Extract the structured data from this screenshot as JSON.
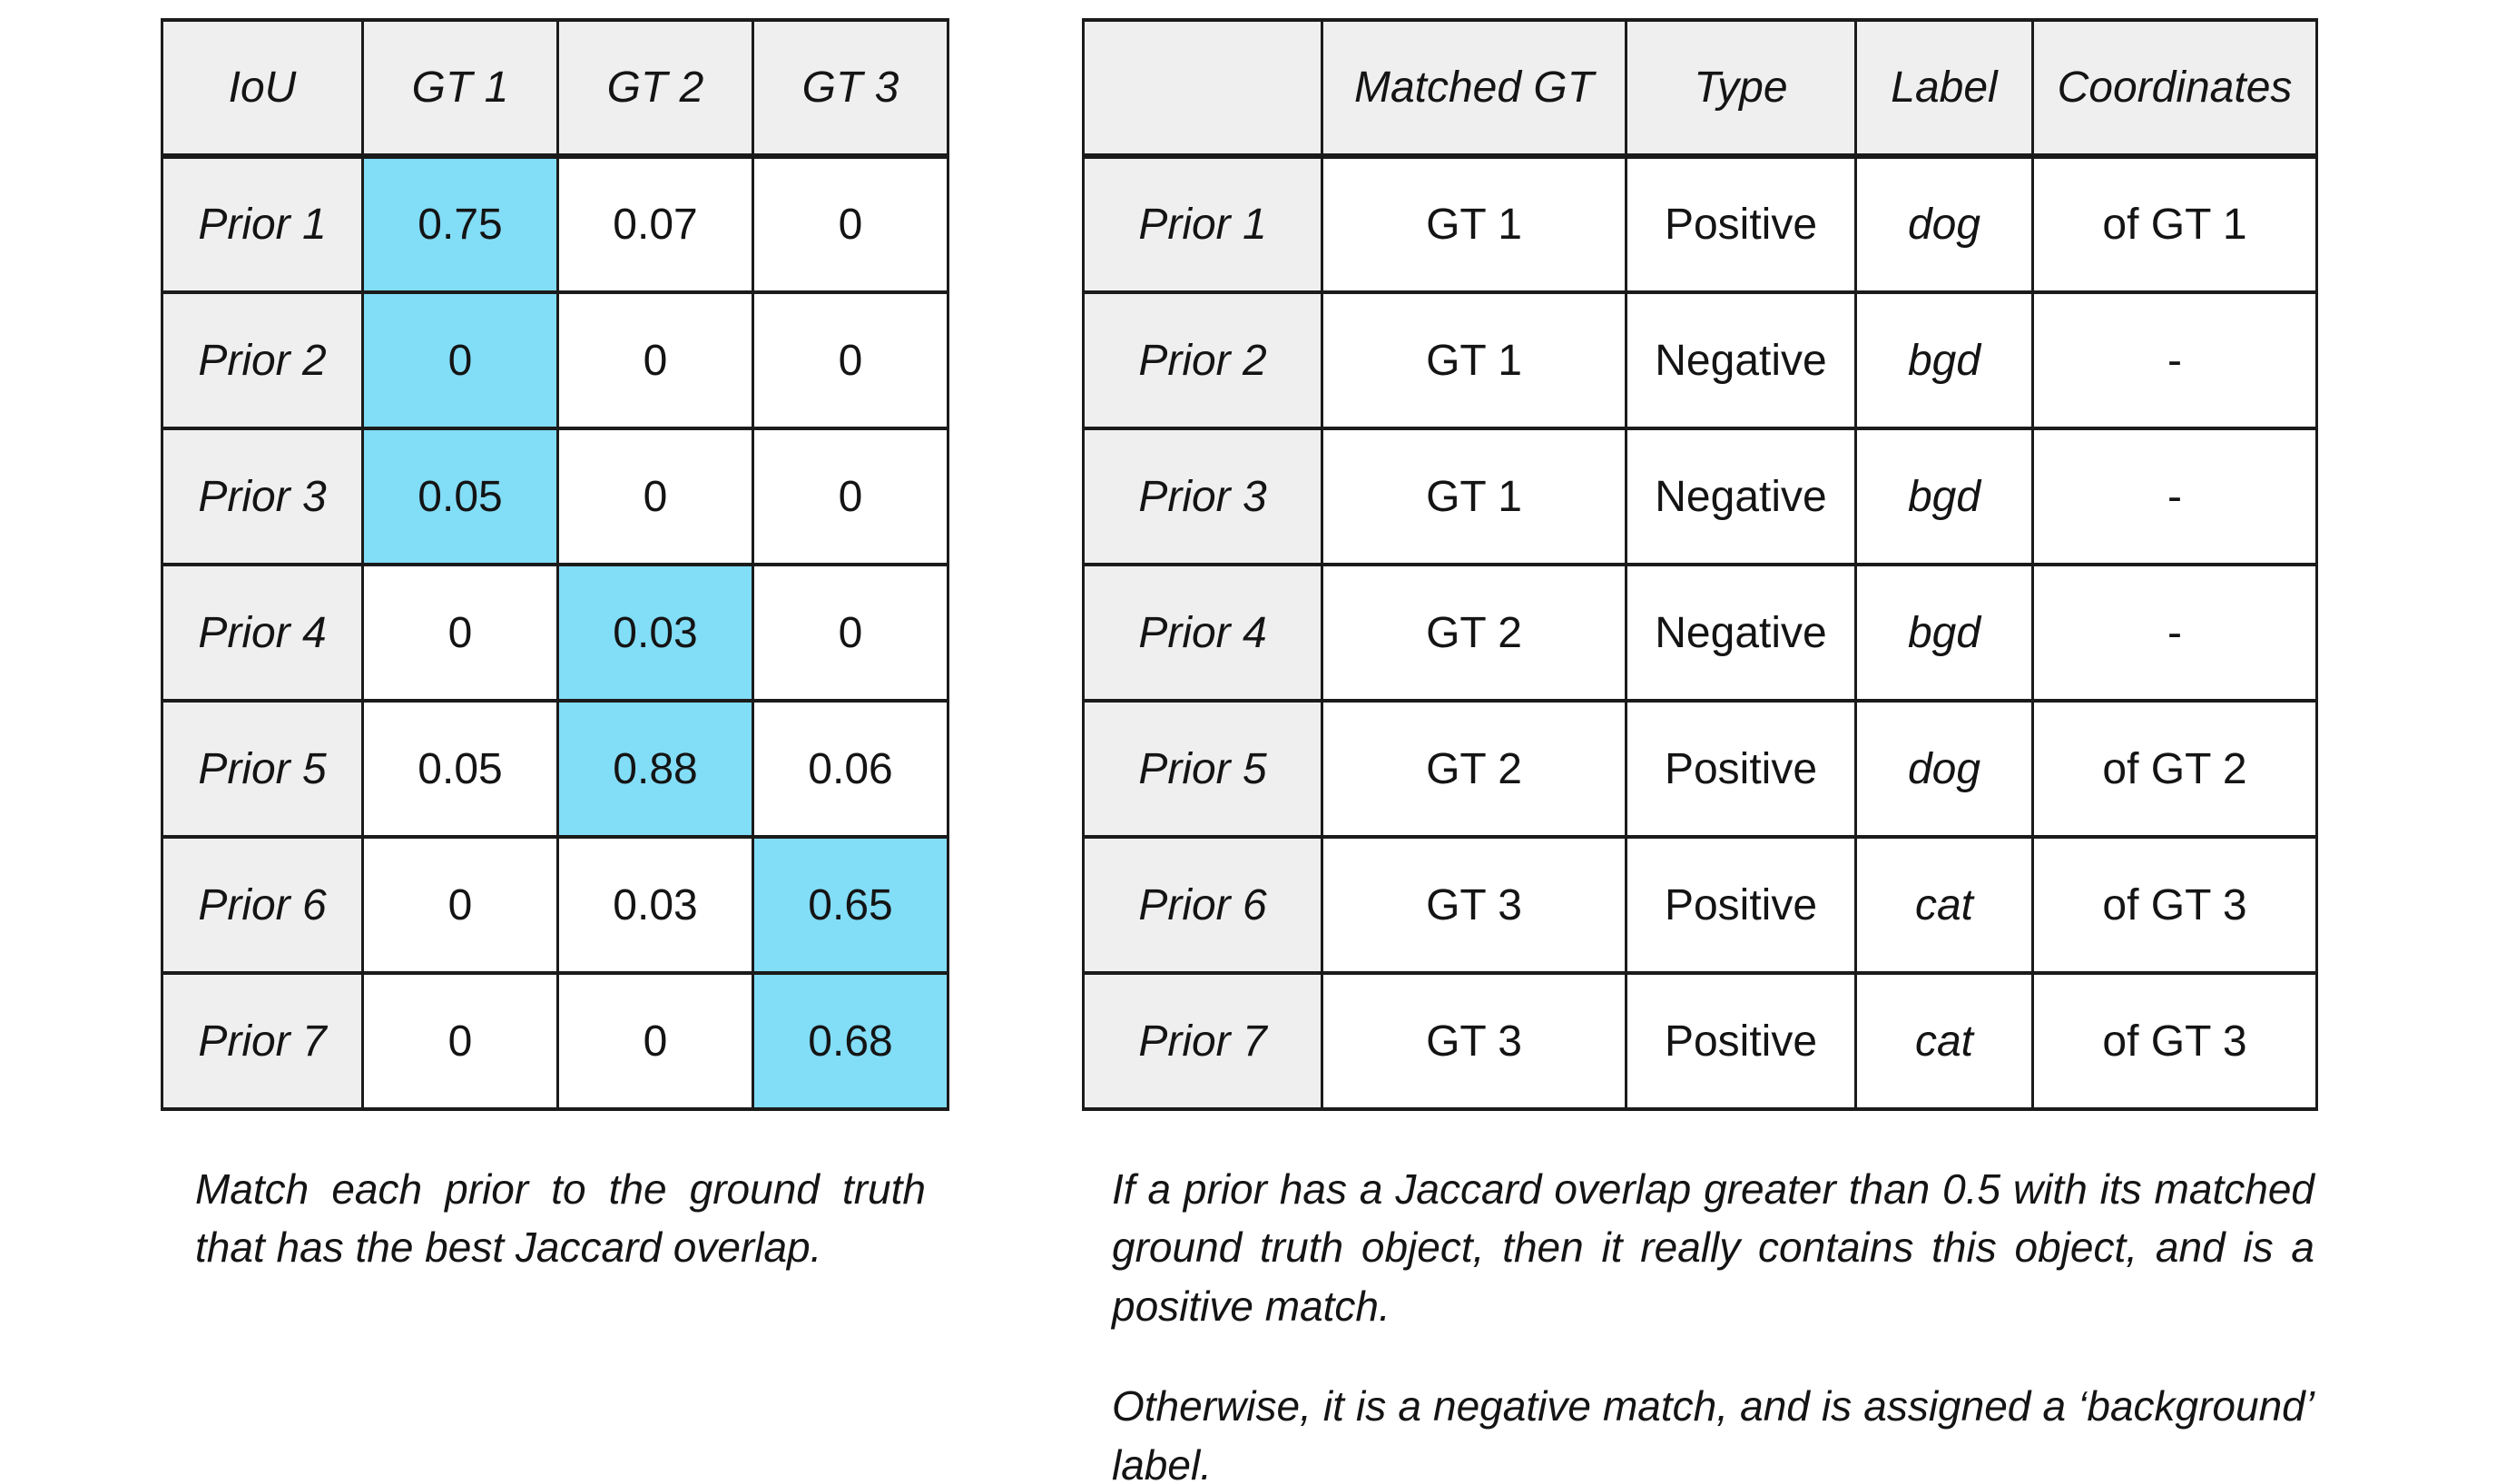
{
  "colors": {
    "highlight_cyan": "#82DDF7",
    "header_gray": "#efefef",
    "border": "#1b1b1b",
    "text": "#141414",
    "background": "#ffffff"
  },
  "iou_table": {
    "corner_label": "IoU",
    "columns": [
      "GT 1",
      "GT 2",
      "GT 3"
    ],
    "rows": [
      {
        "label": "Prior 1",
        "values": [
          "0.75",
          "0.07",
          "0"
        ],
        "highlight": 0
      },
      {
        "label": "Prior 2",
        "values": [
          "0",
          "0",
          "0"
        ],
        "highlight": 0
      },
      {
        "label": "Prior 3",
        "values": [
          "0.05",
          "0",
          "0"
        ],
        "highlight": 0
      },
      {
        "label": "Prior 4",
        "values": [
          "0",
          "0.03",
          "0"
        ],
        "highlight": 1
      },
      {
        "label": "Prior 5",
        "values": [
          "0.05",
          "0.88",
          "0.06"
        ],
        "highlight": 1
      },
      {
        "label": "Prior 6",
        "values": [
          "0",
          "0.03",
          "0.65"
        ],
        "highlight": 2
      },
      {
        "label": "Prior 7",
        "values": [
          "0",
          "0",
          "0.68"
        ],
        "highlight": 2
      }
    ],
    "caption": "Match each prior to the ground truth that has the best Jaccard overlap."
  },
  "match_table": {
    "corner_label": "",
    "columns": [
      "Matched GT",
      "Type",
      "Label",
      "Coordinates"
    ],
    "rows": [
      {
        "label": "Prior 1",
        "values": [
          "GT 1",
          "Positive",
          "dog",
          "of GT 1"
        ]
      },
      {
        "label": "Prior 2",
        "values": [
          "GT 1",
          "Negative",
          "bgd",
          "-"
        ]
      },
      {
        "label": "Prior 3",
        "values": [
          "GT 1",
          "Negative",
          "bgd",
          "-"
        ]
      },
      {
        "label": "Prior 4",
        "values": [
          "GT 2",
          "Negative",
          "bgd",
          "-"
        ]
      },
      {
        "label": "Prior 5",
        "values": [
          "GT 2",
          "Positive",
          "dog",
          "of GT 2"
        ]
      },
      {
        "label": "Prior 6",
        "values": [
          "GT 3",
          "Positive",
          "cat",
          "of GT 3"
        ]
      },
      {
        "label": "Prior 7",
        "values": [
          "GT 3",
          "Positive",
          "cat",
          "of GT 3"
        ]
      }
    ],
    "caption_paragraphs": [
      "If a prior has a Jaccard overlap greater than 0.5 with its matched ground truth object, then it really contains this object, and is a positive match.",
      "Otherwise, it is a negative match, and is assigned a ‘background’ label."
    ]
  }
}
